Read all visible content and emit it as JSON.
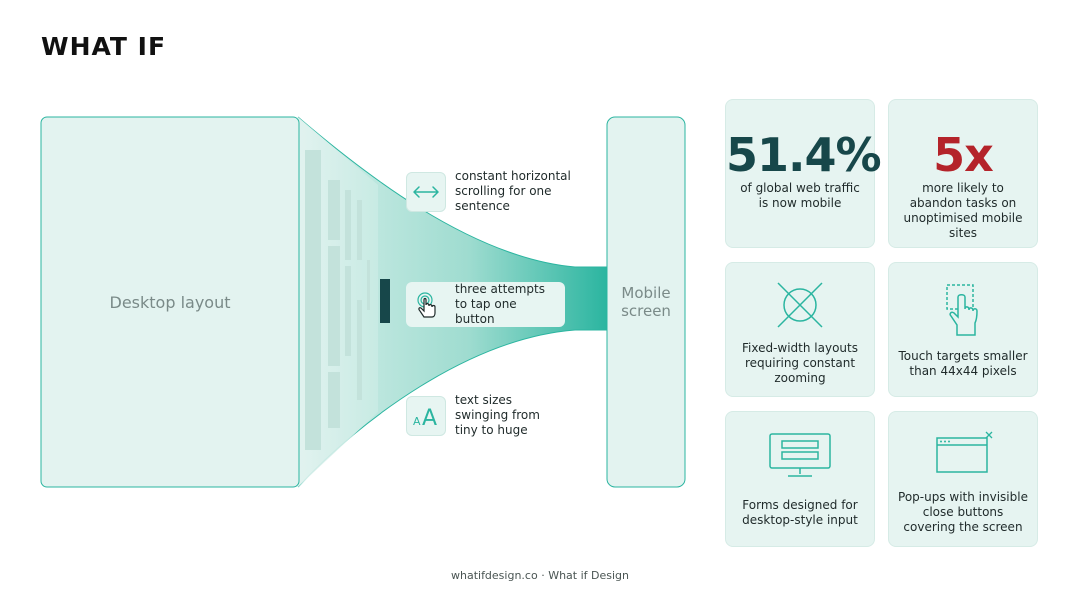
{
  "brand": {
    "logo": "WHAT IF"
  },
  "diagram": {
    "desktop_label": "Desktop layout",
    "mobile_label": "Mobile screen",
    "issues": [
      {
        "icon": "horizontal-arrows-icon",
        "text": "constant horizontal scrolling for one sentence"
      },
      {
        "icon": "tap-hand-icon",
        "text": "three attempts to tap one button"
      },
      {
        "icon": "text-size-icon",
        "text": "text sizes swinging from tiny to huge"
      }
    ]
  },
  "cards": [
    {
      "stat": "51.4%",
      "stat_color": "#17474a",
      "caption": "of global web traffic is now mobile"
    },
    {
      "stat": "5x",
      "stat_color": "#b4232a",
      "caption": "more likely to abandon tasks on unoptimised mobile sites"
    },
    {
      "icon": "crossed-circle-icon",
      "caption": "Fixed-width layouts requiring constant zooming"
    },
    {
      "icon": "touch-target-icon",
      "caption": "Touch targets smaller than 44x44 pixels"
    },
    {
      "icon": "monitor-form-icon",
      "caption": "Forms designed for desktop-style input"
    },
    {
      "icon": "popup-window-icon",
      "caption": "Pop-ups with invisible close buttons covering the screen"
    }
  ],
  "colors": {
    "accent": "#2bb5a0",
    "dark_teal": "#17474a",
    "red": "#b4232a",
    "card_bg": "#e6f4f1"
  },
  "footer": "whatifdesign.co · What if Design"
}
